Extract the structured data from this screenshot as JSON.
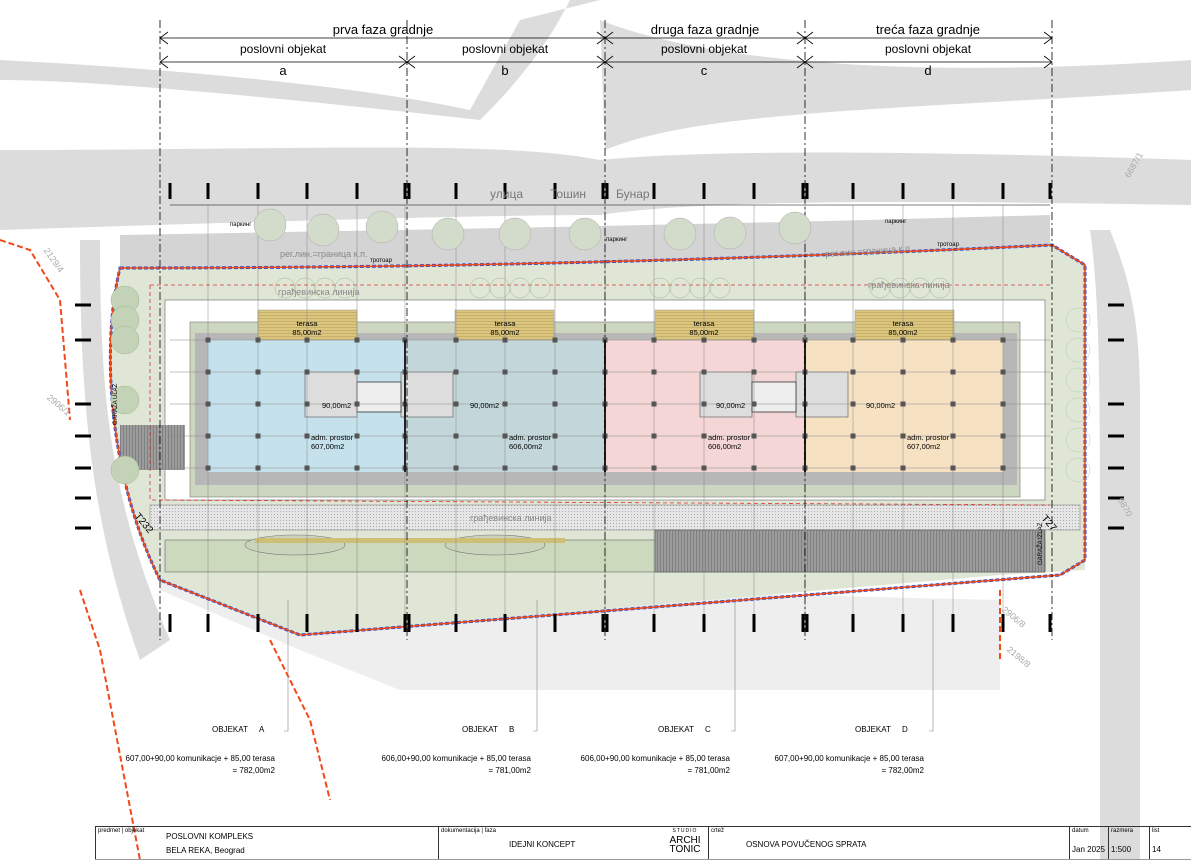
{
  "phases": [
    {
      "label": "prva faza gradnje"
    },
    {
      "label": "druga faza gradnje"
    },
    {
      "label": "treća faza gradnje"
    }
  ],
  "buildings": [
    {
      "type": "poslovni objekat",
      "letter": "a",
      "terrace_label": "terasa",
      "terrace_area": "85,00m2",
      "core_area": "90,00m2",
      "room_label": "adm. prostor",
      "room_area": "607,00m2",
      "color": "#c4e1ec",
      "object_label": "OBJEKAT",
      "object_id": "A",
      "summary_line1": "607,00+90,00 komunikacje + 85,00 terasa",
      "summary_line2": "= 782,00m2"
    },
    {
      "type": "poslovni objekat",
      "letter": "b",
      "terrace_label": "terasa",
      "terrace_area": "85,00m2",
      "core_area": "90,00m2",
      "room_label": "adm. prostor",
      "room_area": "606,00m2",
      "color": "#c3d7da",
      "object_label": "OBJEKAT",
      "object_id": "B",
      "summary_line1": "606,00+90,00 komunikacje + 85,00 terasa",
      "summary_line2": "= 781,00m2"
    },
    {
      "type": "poslovni objekat",
      "letter": "c",
      "terrace_label": "terasa",
      "terrace_area": "85,00m2",
      "core_area": "90,00m2",
      "room_label": "adm. prostor",
      "room_area": "606,00m2",
      "color": "#f3d6d5",
      "object_label": "OBJEKAT",
      "object_id": "C",
      "summary_line1": "606,00+90,00 komunikacje + 85,00 terasa",
      "summary_line2": "= 781,00m2"
    },
    {
      "type": "poslovni objekat",
      "letter": "d",
      "terrace_label": "terasa",
      "terrace_area": "85,00m2",
      "core_area": "90,00m2",
      "room_label": "adm. prostor",
      "room_area": "607,00m2",
      "color": "#f7e1c3",
      "object_label": "OBJEKAT",
      "object_id": "D",
      "summary_line1": "607,00+90,00 komunikacje + 85,00 terasa",
      "summary_line2": "= 782,00m2"
    }
  ],
  "site": {
    "street_words": [
      "улица",
      "Тошин",
      "Бунар"
    ],
    "regulation_line": "рег.лин.=граница к.п.",
    "building_line": "грађевинска линија",
    "sidewalk": "тротоар",
    "parking": "паркинг",
    "garage_entry": "GARAŽA ULAZ",
    "garage_exit": "GARAŽA IZLAZ",
    "point_left": "T232",
    "point_right": "T27",
    "parcel_labels": [
      "2129/4",
      "2906/1",
      "2906/8",
      "2198/8",
      "6870",
      "6687/1"
    ]
  },
  "title_block": {
    "subject_label": "predmet | objekat",
    "subject_line1": "POSLOVNI KOMPLEKS",
    "subject_line2": "BELA REKA, Beograd",
    "doc_label": "dokumentacija | faza",
    "doc_value": "IDEJNI KONCEPT",
    "studio_top": "STUDIO",
    "studio_line1": "ARCHI",
    "studio_line2": "TONIC",
    "drawing_label": "crtež",
    "drawing_value": "OSNOVA  POVUČENOG SPRATA",
    "date_label": "datum",
    "date_value": "Jan 2025",
    "scale_label": "razmera",
    "scale_value": "1:500",
    "sheet_label": "list",
    "sheet_value": "14"
  },
  "colors": {
    "regulation": "#f04a1a",
    "boundary": "#2a4fd0",
    "building_line": "#e03030",
    "green": "#dfe6d6",
    "terrace": "#d8c37c",
    "road": "#dcdcdc"
  }
}
